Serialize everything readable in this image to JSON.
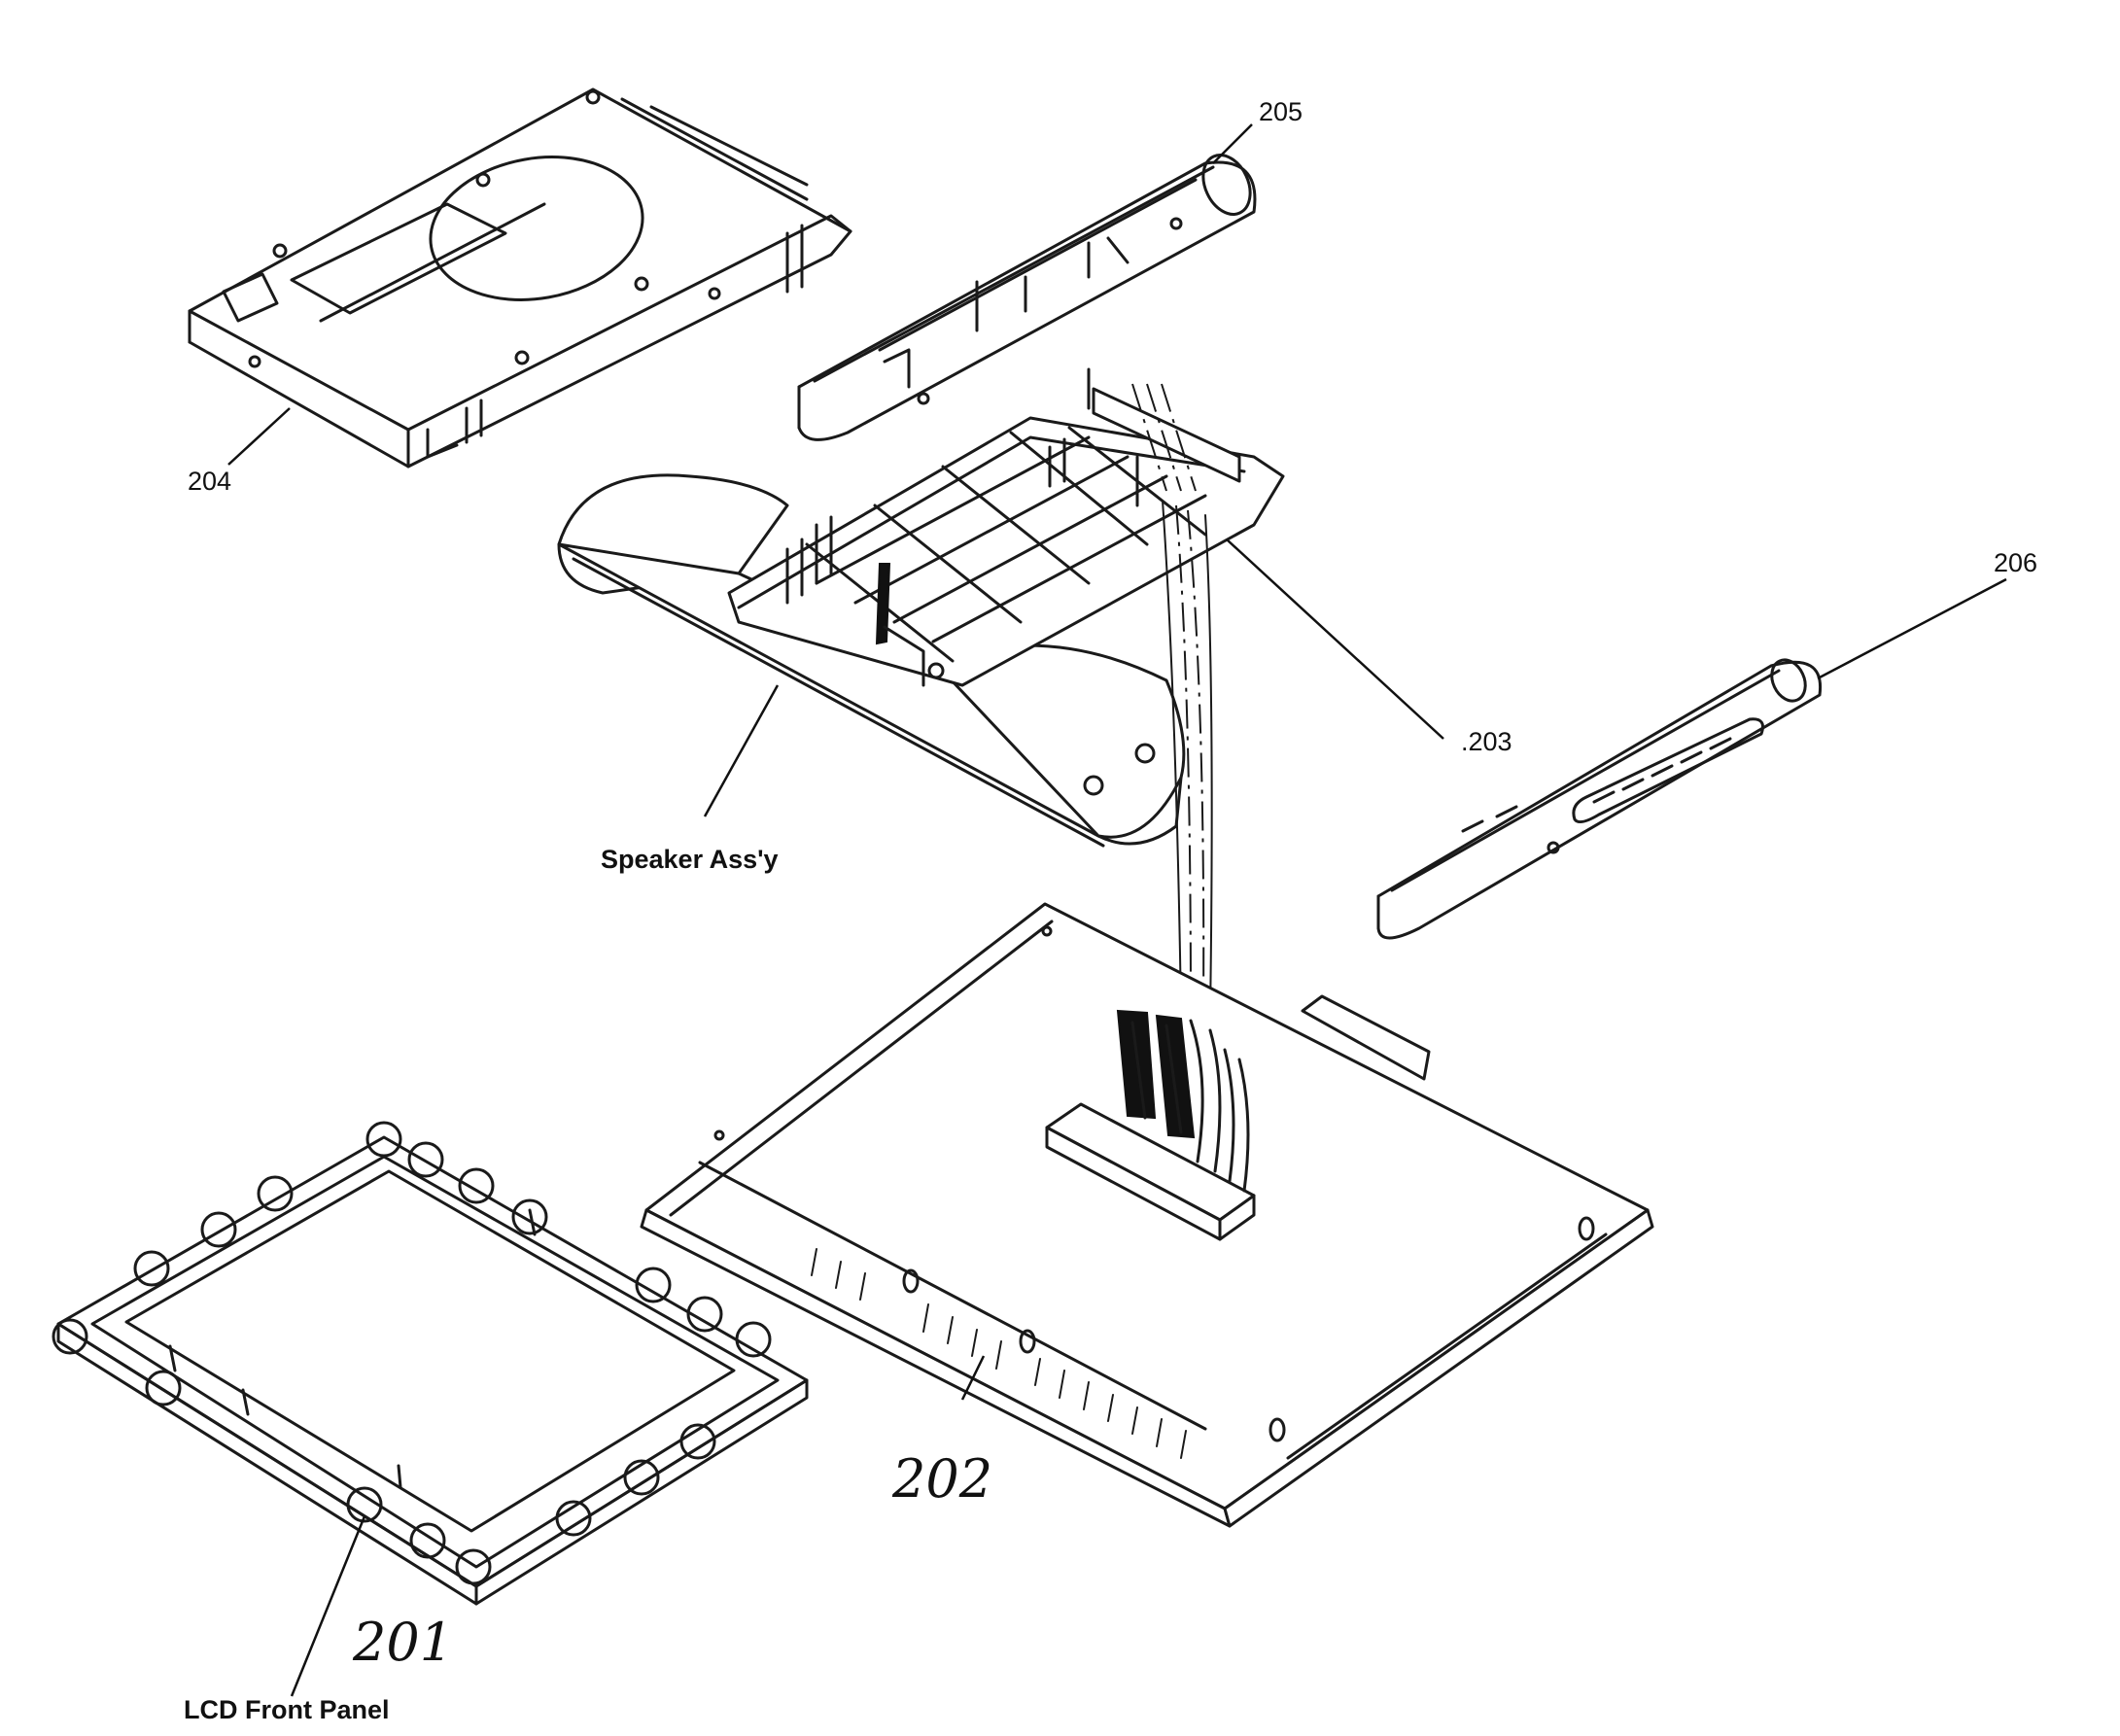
{
  "labels": {
    "part_201": "201",
    "part_202": "202",
    "part_203": ".203",
    "part_204": "204",
    "part_205": "205",
    "part_206": "206",
    "speaker": "Speaker Ass'y",
    "lcd_front_panel": "LCD Front Panel"
  }
}
